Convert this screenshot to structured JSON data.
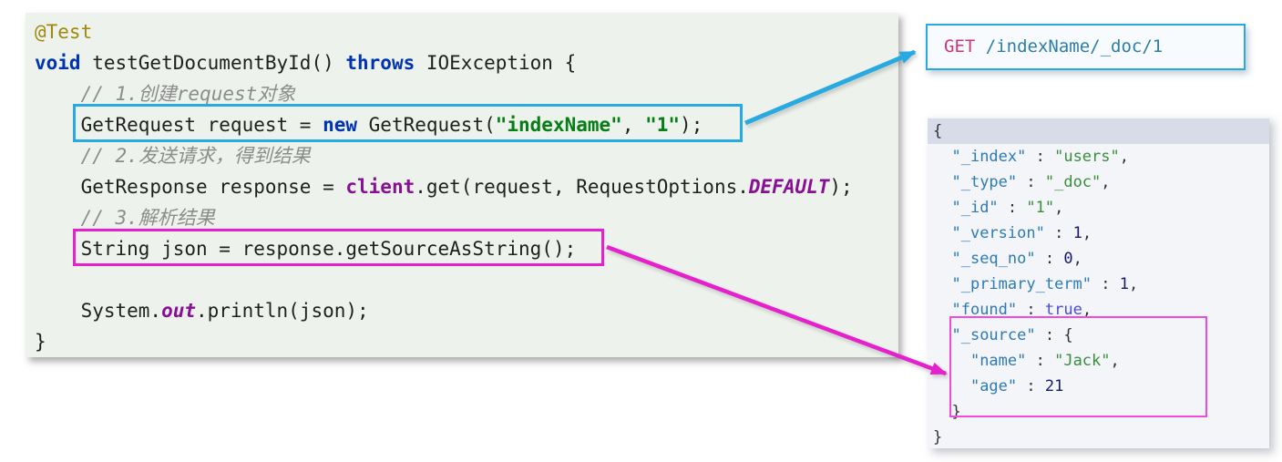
{
  "colors": {
    "blue-accent": "#29A9E1",
    "magenta-accent": "#E520CC",
    "magenta-accent-light": "#F04BDE",
    "code-panel-bg": "#EDF3EC",
    "json-panel-bg": "#F3F5F9",
    "json-selected-line-bg": "#D8DCE8",
    "get-box-bg": "#F8FBFD",
    "code-plain": "#1F1F1F",
    "code-keyword": "#0033B3",
    "code-annotation": "#9E880D",
    "code-string": "#067D17",
    "code-comment": "#8C8C8C",
    "code-field": "#871094",
    "json-key": "#2E7BB3",
    "json-string": "#388E3C",
    "json-number": "#17176B",
    "json-bool": "#4A4AD9",
    "json-punct": "#2F3239",
    "http-method": "#D5317D",
    "http-path": "#2D7EA7"
  },
  "rest_request": {
    "method": "GET",
    "path": " /indexName/_doc/1"
  },
  "code_panel": {
    "lines": [
      {
        "tokens": [
          {
            "t": "@Test",
            "c": "annotation"
          }
        ]
      },
      {
        "tokens": [
          {
            "t": "void",
            "c": "keyword"
          },
          {
            "t": " testGetDocumentById() ",
            "c": "plain"
          },
          {
            "t": "throws",
            "c": "keyword"
          },
          {
            "t": " IOException {",
            "c": "plain"
          }
        ]
      },
      {
        "tokens": [
          {
            "t": "    ",
            "c": "plain"
          },
          {
            "t": "// 1.创建request对象",
            "c": "comment"
          }
        ]
      },
      {
        "tokens": [
          {
            "t": "    GetRequest request = ",
            "c": "plain"
          },
          {
            "t": "new",
            "c": "keyword"
          },
          {
            "t": " GetRequest(",
            "c": "plain"
          },
          {
            "t": "\"indexName\"",
            "c": "string"
          },
          {
            "t": ", ",
            "c": "plain"
          },
          {
            "t": "\"1\"",
            "c": "string"
          },
          {
            "t": ");",
            "c": "plain"
          }
        ]
      },
      {
        "tokens": [
          {
            "t": "    ",
            "c": "plain"
          },
          {
            "t": "// 2.发送请求，得到结果",
            "c": "comment"
          }
        ]
      },
      {
        "tokens": [
          {
            "t": "    GetResponse response = ",
            "c": "plain"
          },
          {
            "t": "client",
            "c": "field"
          },
          {
            "t": ".get(request, RequestOptions.",
            "c": "plain"
          },
          {
            "t": "DEFAULT",
            "c": "constant"
          },
          {
            "t": ");",
            "c": "plain"
          }
        ]
      },
      {
        "tokens": [
          {
            "t": "    ",
            "c": "plain"
          },
          {
            "t": "// 3.解析结果",
            "c": "comment"
          }
        ]
      },
      {
        "tokens": [
          {
            "t": "    String json = response.getSourceAsString();",
            "c": "plain"
          }
        ]
      },
      {
        "tokens": [
          {
            "t": "",
            "c": "plain"
          }
        ]
      },
      {
        "tokens": [
          {
            "t": "    System.",
            "c": "plain"
          },
          {
            "t": "out",
            "c": "constant"
          },
          {
            "t": ".println(json);",
            "c": "plain"
          }
        ]
      },
      {
        "tokens": [
          {
            "t": "}",
            "c": "plain"
          }
        ]
      }
    ]
  },
  "json_panel": {
    "lines": [
      {
        "variant": "selected",
        "tokens": [
          {
            "t": "{",
            "c": "punct"
          }
        ]
      },
      {
        "tokens": [
          {
            "t": "  ",
            "c": "punct"
          },
          {
            "t": "\"_index\"",
            "c": "key"
          },
          {
            "t": " : ",
            "c": "punct"
          },
          {
            "t": "\"users\"",
            "c": "str"
          },
          {
            "t": ",",
            "c": "punct"
          }
        ]
      },
      {
        "tokens": [
          {
            "t": "  ",
            "c": "punct"
          },
          {
            "t": "\"_type\"",
            "c": "key"
          },
          {
            "t": " : ",
            "c": "punct"
          },
          {
            "t": "\"_doc\"",
            "c": "str"
          },
          {
            "t": ",",
            "c": "punct"
          }
        ]
      },
      {
        "tokens": [
          {
            "t": "  ",
            "c": "punct"
          },
          {
            "t": "\"_id\"",
            "c": "key"
          },
          {
            "t": " : ",
            "c": "punct"
          },
          {
            "t": "\"1\"",
            "c": "str"
          },
          {
            "t": ",",
            "c": "punct"
          }
        ]
      },
      {
        "tokens": [
          {
            "t": "  ",
            "c": "punct"
          },
          {
            "t": "\"_version\"",
            "c": "key"
          },
          {
            "t": " : ",
            "c": "punct"
          },
          {
            "t": "1",
            "c": "num"
          },
          {
            "t": ",",
            "c": "punct"
          }
        ]
      },
      {
        "tokens": [
          {
            "t": "  ",
            "c": "punct"
          },
          {
            "t": "\"_seq_no\"",
            "c": "key"
          },
          {
            "t": " : ",
            "c": "punct"
          },
          {
            "t": "0",
            "c": "num"
          },
          {
            "t": ",",
            "c": "punct"
          }
        ]
      },
      {
        "tokens": [
          {
            "t": "  ",
            "c": "punct"
          },
          {
            "t": "\"_primary_term\"",
            "c": "key"
          },
          {
            "t": " : ",
            "c": "punct"
          },
          {
            "t": "1",
            "c": "num"
          },
          {
            "t": ",",
            "c": "punct"
          }
        ]
      },
      {
        "tokens": [
          {
            "t": "  ",
            "c": "punct"
          },
          {
            "t": "\"found\"",
            "c": "key"
          },
          {
            "t": " : ",
            "c": "punct"
          },
          {
            "t": "true",
            "c": "bool"
          },
          {
            "t": ",",
            "c": "punct"
          }
        ]
      },
      {
        "tokens": [
          {
            "t": "  ",
            "c": "punct"
          },
          {
            "t": "\"_source\"",
            "c": "key"
          },
          {
            "t": " : {",
            "c": "punct"
          }
        ]
      },
      {
        "tokens": [
          {
            "t": "    ",
            "c": "punct"
          },
          {
            "t": "\"name\"",
            "c": "key"
          },
          {
            "t": " : ",
            "c": "punct"
          },
          {
            "t": "\"Jack\"",
            "c": "str"
          },
          {
            "t": ",",
            "c": "punct"
          }
        ]
      },
      {
        "tokens": [
          {
            "t": "    ",
            "c": "punct"
          },
          {
            "t": "\"age\"",
            "c": "key"
          },
          {
            "t": " : ",
            "c": "punct"
          },
          {
            "t": "21",
            "c": "num"
          }
        ]
      },
      {
        "tokens": [
          {
            "t": "  }",
            "c": "punct"
          }
        ]
      },
      {
        "tokens": [
          {
            "t": "}",
            "c": "punct"
          }
        ]
      }
    ]
  }
}
